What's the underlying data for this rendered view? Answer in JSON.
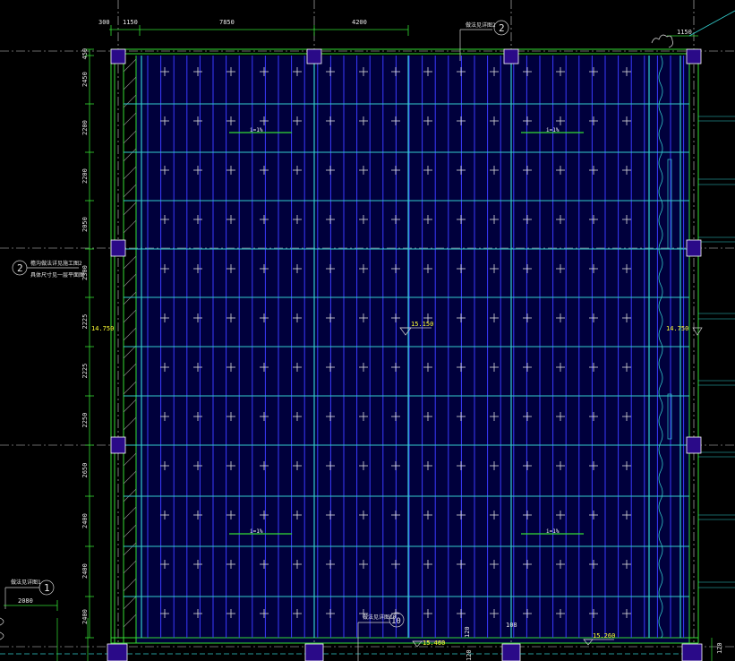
{
  "drawing": {
    "colors": {
      "background": "#000000",
      "slab_fill": "#00003c",
      "purlin_blue": "#3a3aff",
      "beam_cyan": "#33cccc",
      "grid_green": "#33dd33",
      "column_fill": "#2a0a88",
      "text_white": "#e8e8e8",
      "text_yellow": "#ffff33"
    },
    "top_dimensions": [
      "300",
      "1150",
      "7850",
      "4200"
    ],
    "top_right_dimension": "1150",
    "left_dimensions": [
      "450",
      "2450",
      "2200",
      "2200",
      "2050",
      "2300",
      "2225",
      "2225",
      "2250",
      "2650",
      "2400",
      "2400",
      "2400"
    ],
    "bottom_left_dimension": "2080",
    "bottom_dimensions": [
      "120",
      "108",
      "120",
      "120"
    ],
    "axis_bubbles": [
      "2",
      "2",
      "1",
      "10"
    ],
    "callouts": {
      "top": "做法见详图2",
      "left_line1": "檐沟做法详见施工图2",
      "left_line2": "具体尺寸见一层平面图",
      "bottom_left": "做法见详图1",
      "bottom_mid": "做法见详图10"
    },
    "slope_labels": [
      "i=1%",
      "i=1%",
      "i=1%",
      "i=1%"
    ],
    "elevations": {
      "left": "14.750",
      "center": "15.150",
      "right": "14.750",
      "bottom_mid": "15.460",
      "bottom_right": "15.260"
    }
  }
}
